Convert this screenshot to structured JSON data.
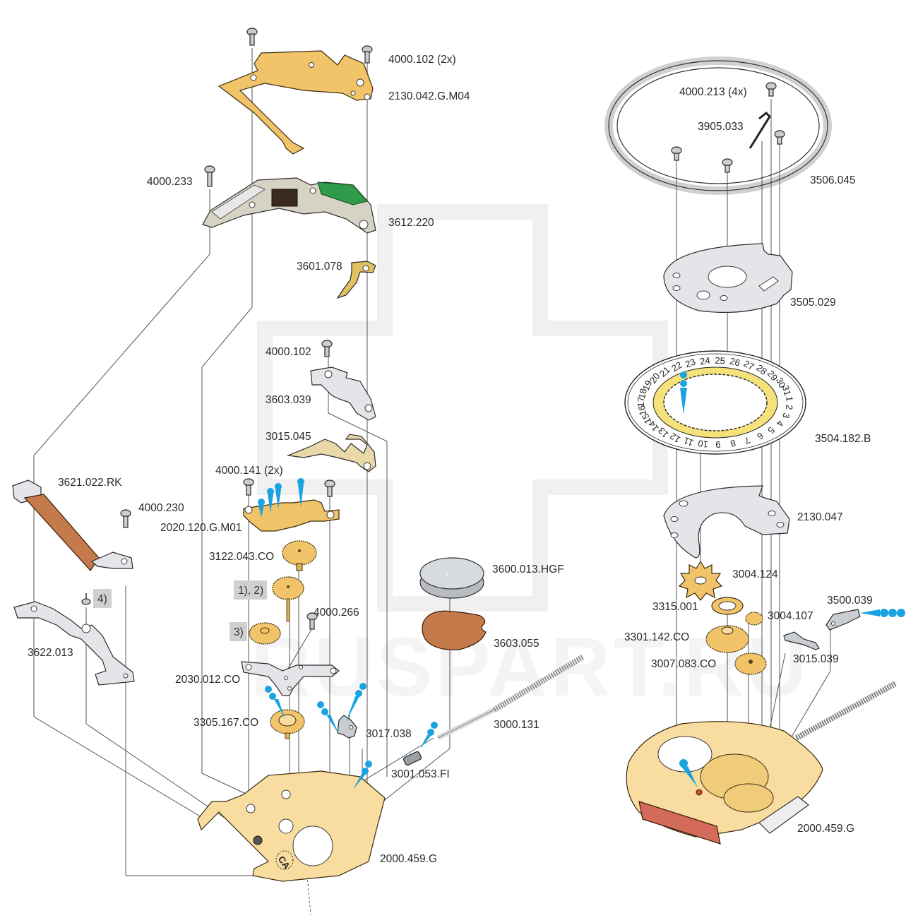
{
  "watermark": "RUSPART.RU",
  "labels": {
    "screw_4000_102_2x": "4000.102 (2x)",
    "bridge_2130_042": "2130.042.G.M04",
    "screw_4000_233": "4000.233",
    "circuit_3612_220": "3612.220",
    "contact_3601_078": "3601.078",
    "screw_4000_102": "4000.102",
    "bridge_3603_039": "3603.039",
    "lever_3015_045": "3015.045",
    "screw_4000_141_2x": "4000.141 (2x)",
    "bridge_2020_120": "2020.120.G.M01",
    "wheel_3122_043": "3122.043.CO",
    "screw_4000_266": "4000.266",
    "bridge_2030_012": "2030.012.CO",
    "wheel_3305_167": "3305.167.CO",
    "lever_3017_038": "3017.038",
    "battery_3600_013": "3600.013.HGF",
    "insulator_3603_055": "3603.055",
    "stem_3000_131": "3000.131",
    "sleeve_3001_053": "3001.053.FI",
    "mainplate_left": "2000.459.G",
    "coil_3621_022": "3621.022.RK",
    "screw_4000_230": "4000.230",
    "bridge_3622_013": "3622.013",
    "ring_3506_045": "3506.045",
    "screw_4000_213_4x": "4000.213 (4x)",
    "spring_3905_033": "3905.033",
    "plate_3505_029": "3505.029",
    "disc_3504_182": "3504.182.B",
    "plate_2130_047": "2130.047",
    "wheel_3004_124": "3004.124",
    "washer_3315_001": "3315.001",
    "wheel_3004_107": "3004.107",
    "jumper_3500_039": "3500.039",
    "wheel_3301_142": "3301.142.CO",
    "lever_3015_039": "3015.039",
    "wheel_3007_083": "3007.083.CO",
    "mainplate_right": "2000.459.G",
    "mainplate_marking": "CA"
  },
  "notes": {
    "note_1_2": "1), 2)",
    "note_3": "3)",
    "note_4": "4)"
  },
  "date_disc": {
    "numbers": [
      "20",
      "21",
      "22",
      "23",
      "24",
      "25",
      "26",
      "27",
      "28",
      "29",
      "30",
      "31",
      "1",
      "2",
      "3",
      "4",
      "5",
      "6",
      "7",
      "8",
      "9",
      "10",
      "11",
      "12",
      "13",
      "14",
      "15",
      "16",
      "17",
      "18",
      "19"
    ]
  },
  "colors": {
    "brass": "#f2c46a",
    "steel": "#c9ccd0",
    "copper": "#c47a4a",
    "oil_marker": "#1aa3e0",
    "circuit_green": "#2f9a4a"
  }
}
